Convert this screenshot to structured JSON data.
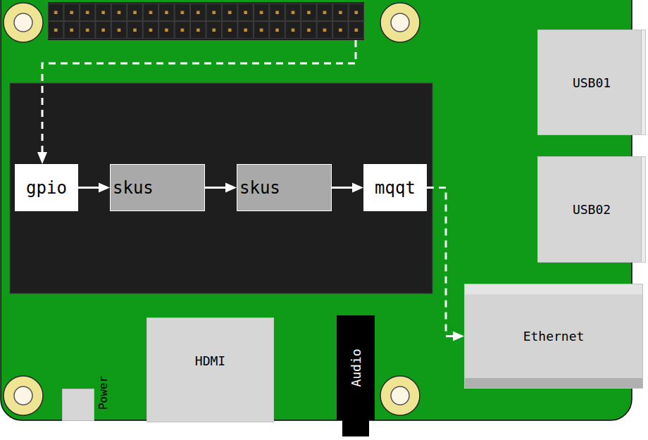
{
  "diagram": {
    "nodes": [
      {
        "text": [
          "gpio"
        ]
      },
      {
        "text": [
          "skus"
        ]
      },
      {
        "text": [
          "skus"
        ]
      },
      {
        "text": [
          "mqqt"
        ]
      },
      {
        "text": [
          "USB01"
        ]
      },
      {
        "text": [
          "USB02"
        ]
      },
      {
        "text": [
          "Ethernet"
        ]
      },
      {
        "text": [
          "HDMI"
        ]
      },
      {
        "text": [
          "Power"
        ]
      },
      {
        "text": [
          "Audio"
        ]
      }
    ],
    "edges": [
      {
        "from": 0,
        "to": 1,
        "arrow": "to"
      },
      {
        "from": 1,
        "to": 2,
        "arrow": "to"
      },
      {
        "from": 2,
        "to": 3,
        "arrow": "to"
      },
      {
        "from": 3,
        "to": 6,
        "arrow": "to"
      }
    ]
  }
}
